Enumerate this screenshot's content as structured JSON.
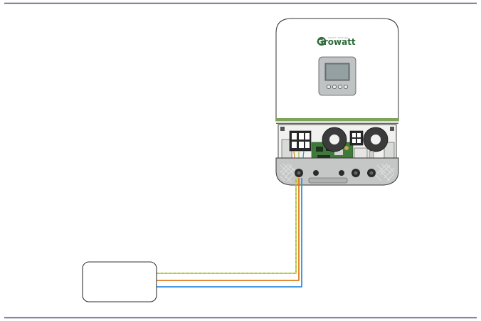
{
  "document": {
    "brand": {
      "name": "Growatt",
      "tagline": "smart energy",
      "color": "#2f6b3a"
    },
    "colors": {
      "rule": "#5b4a72",
      "housing_outline": "#333333",
      "panel_green": "#7fa35a",
      "wire_ground": "#8bc34a",
      "wire_ground_stripe": "#e6c84a",
      "wire_live": "#e07b1f",
      "wire_neutral": "#2f8fd9"
    },
    "inverter": {
      "display_buttons": 4
    },
    "external_box": {
      "label": ""
    }
  }
}
